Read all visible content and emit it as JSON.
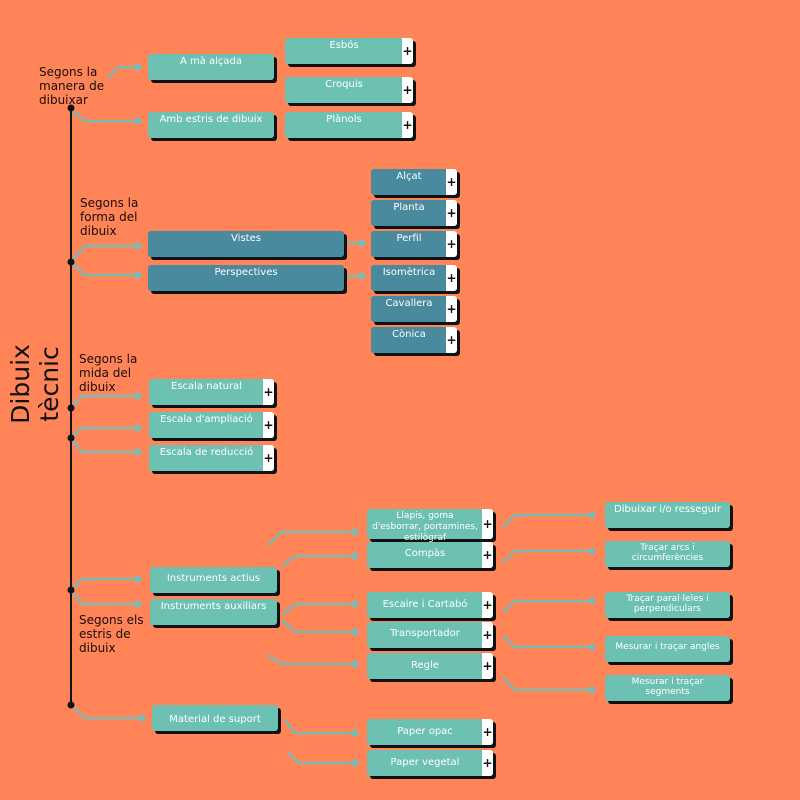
{
  "title": "Dibuix tècnic",
  "groups": [
    {
      "label": "Segons la manera de dibuixar",
      "children": [
        "A mà alçada",
        "Amb estris de dibuix"
      ],
      "leaves": [
        "Esbós",
        "Croquis",
        "Plànols"
      ]
    },
    {
      "label": "Segons la forma del dibuix",
      "children": [
        "Vistes",
        "Perspectives"
      ],
      "leaves": [
        "Alçat",
        "Planta",
        "Perfil",
        "Isomètrica",
        "Cavallera",
        "Cònica"
      ]
    },
    {
      "label": "Segons la mida del dibuix",
      "children": [
        "Escala natural",
        "Escala d'ampliació",
        "Escala de reducció"
      ]
    },
    {
      "label": "Segons els estris de dibuix",
      "children": [
        "Instruments actius",
        "Instruments auxiliars",
        "Material de suport"
      ],
      "leaves": [
        "Llapis, goma d'esborrar, portamines, estilògraf",
        "Compàs",
        "Escaire i Cartabó",
        "Transportador",
        "Regle",
        "Paper opac",
        "Paper vegetal"
      ],
      "uses": [
        "Dibuixar i/o resseguir",
        "Traçar arcs i circumferències",
        "Traçar paral·leles i perpendiculars",
        "Mesurar i traçar angles",
        "Mesurar i traçar segments"
      ]
    }
  ],
  "plus_label": "+",
  "colors": {
    "background": "#FF8458",
    "node": "#6CC1B3",
    "node_dark": "#4A8A9E",
    "connector": "#7DBAB4"
  }
}
